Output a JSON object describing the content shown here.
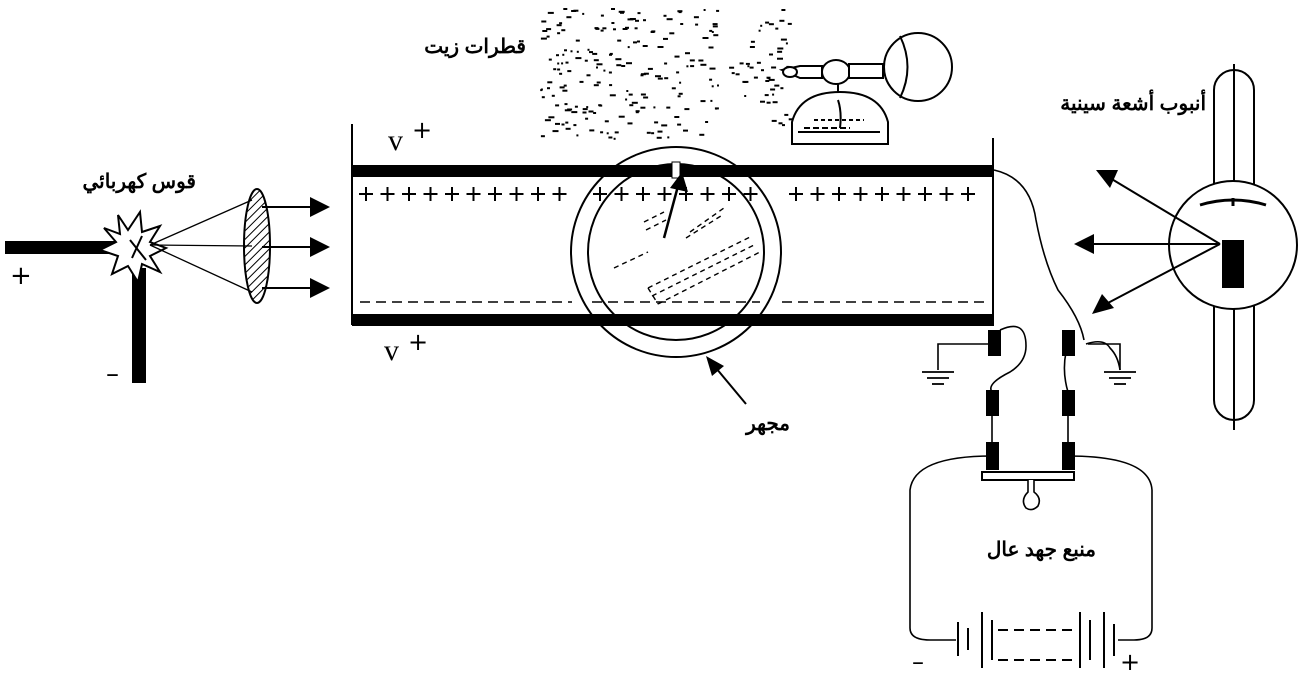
{
  "labels": {
    "oil_drops": "قطرات زيت",
    "electric_arc": "قوس كهربائي",
    "xray_tube": "أنبوب أشعة سينية",
    "microscope": "مجهر",
    "high_voltage_source": "منبع جهد عال"
  },
  "symbols": {
    "top_plate_voltage": "v",
    "bottom_plate_voltage": "v",
    "superscript_plus": "+",
    "arc_plus": "+",
    "arc_minus": "–",
    "battery_minus": "–",
    "battery_plus": "+"
  },
  "colors": {
    "ink": "#000000",
    "paper": "#ffffff"
  }
}
